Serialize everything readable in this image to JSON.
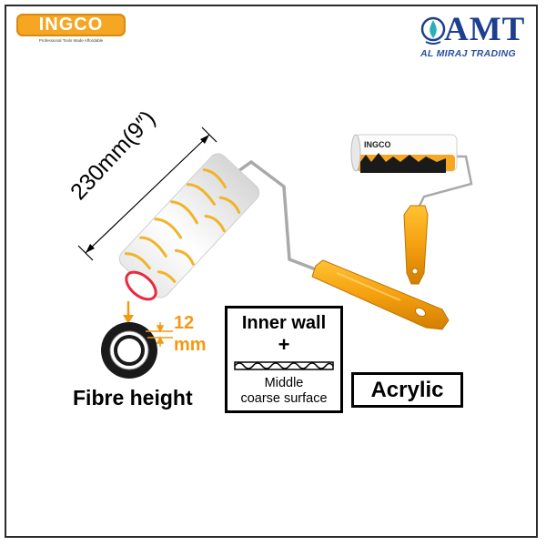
{
  "brand": {
    "name": "INGCO",
    "tagline": "Professional Tools Made Affordable",
    "color": "#f5a623"
  },
  "seller": {
    "name": "AMT",
    "subtitle": "AL MIRAJ TRADING",
    "color": "#1d3f8f"
  },
  "product": {
    "length_label": "230mm(9″)",
    "fibre": {
      "value": "12",
      "unit": "mm",
      "caption": "Fibre height"
    },
    "surface": {
      "title": "Inner wall",
      "plus": "+",
      "line1": "Middle",
      "line2": "coarse surface"
    },
    "material": "Acrylic",
    "accent_color": "#f29a12"
  }
}
